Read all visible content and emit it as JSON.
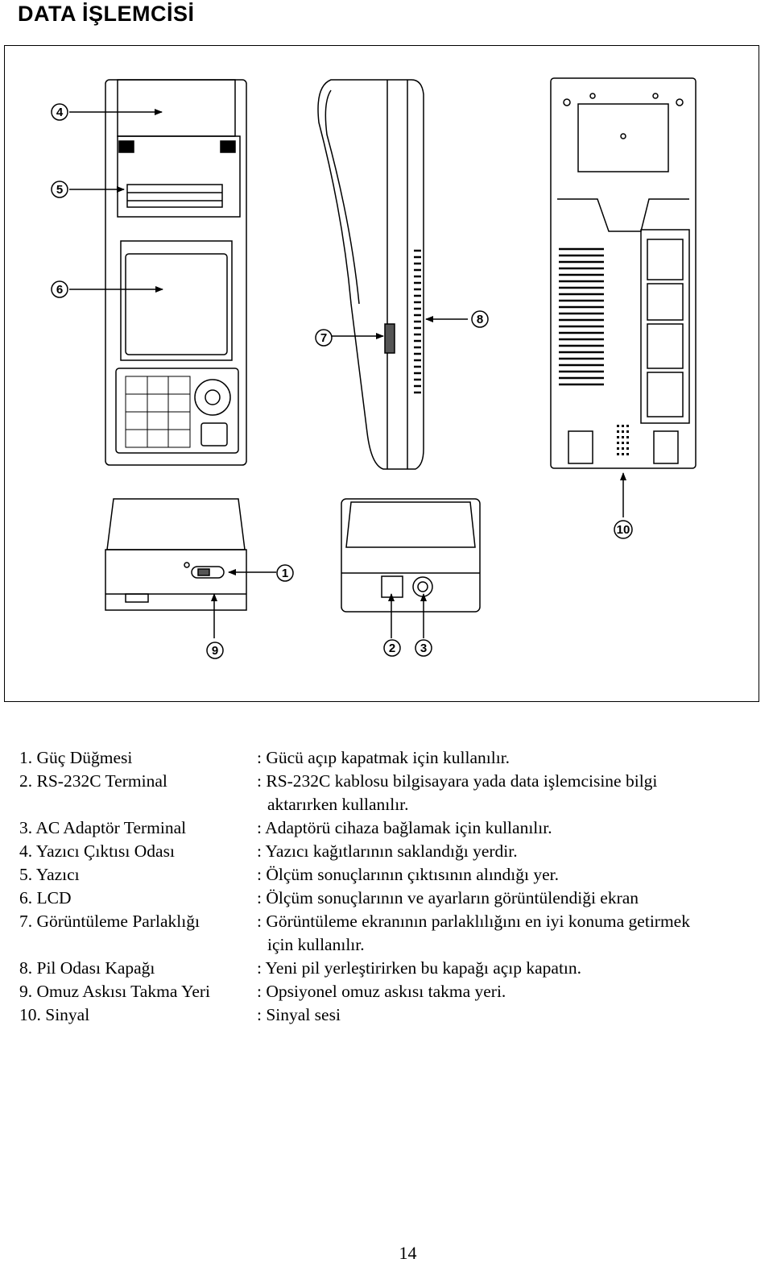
{
  "page": {
    "title": "DATA İŞLEMCİSİ",
    "page_number": "14"
  },
  "callouts": {
    "c1": "1",
    "c2": "2",
    "c3": "3",
    "c4": "4",
    "c5": "5",
    "c6": "6",
    "c7": "7",
    "c8": "8",
    "c9": "9",
    "c10": "10"
  },
  "legend": [
    {
      "label": "1. Güç Düğmesi",
      "desc": ": Gücü açıp kapatmak için kullanılır."
    },
    {
      "label": "2. RS-232C  Terminal",
      "desc": ": RS-232C kablosu bilgisayara yada data işlemcisine bilgi",
      "cont": "aktarırken kullanılır."
    },
    {
      "label": "3. AC Adaptör Terminal",
      "desc": ": Adaptörü cihaza bağlamak için kullanılır."
    },
    {
      "label": "4. Yazıcı Çıktısı Odası",
      "desc": ": Yazıcı kağıtlarının saklandığı yerdir."
    },
    {
      "label": "5. Yazıcı",
      "desc": ": Ölçüm sonuçlarının çıktısının alındığı yer."
    },
    {
      "label": "6. LCD",
      "desc": ": Ölçüm sonuçlarının ve ayarların görüntülendiği ekran"
    },
    {
      "label": "7. Görüntüleme Parlaklığı",
      "desc": ": Görüntüleme ekranının parlaklılığını  en iyi konuma getirmek",
      "cont": "için kullanılır."
    },
    {
      "label": "8. Pil Odası Kapağı",
      "desc": ":  Yeni pil yerleştirirken bu kapağı açıp kapatın."
    },
    {
      "label": "9. Omuz Askısı Takma Yeri",
      "desc": ":  Opsiyonel omuz askısı takma yeri."
    },
    {
      "label": "10. Sinyal",
      "desc": ": Sinyal sesi"
    }
  ]
}
